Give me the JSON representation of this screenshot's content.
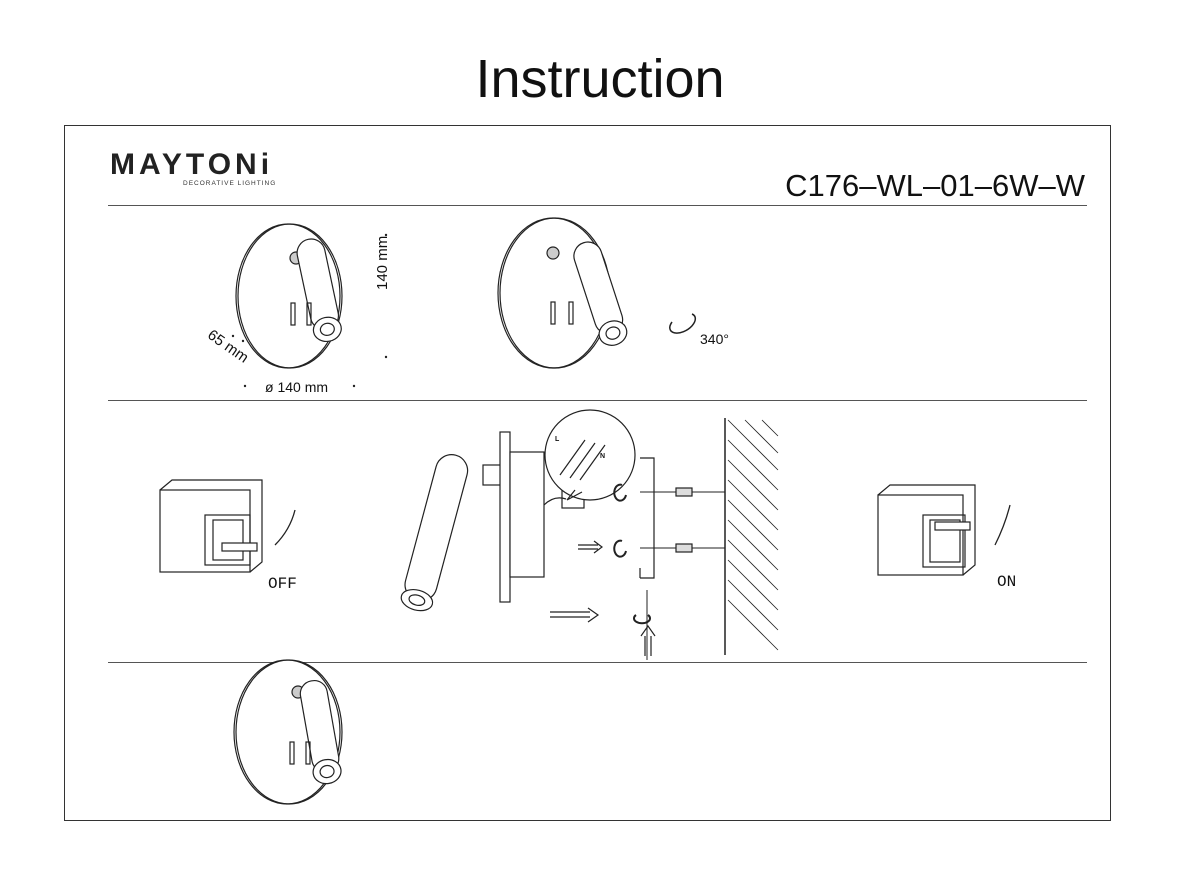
{
  "title": "Instruction",
  "brand": {
    "name": "MAYTONi",
    "tagline": "DECORATIVE LIGHTING"
  },
  "model": "C176–WL–01–6W–W",
  "dimensions": {
    "height": "140 mm",
    "depth": "65 mm",
    "diameter": "ø 140 mm",
    "rotation": "340°"
  },
  "switch": {
    "off": "OFF",
    "on": "ON"
  },
  "wiring": {
    "live": "L",
    "neutral": "N"
  }
}
